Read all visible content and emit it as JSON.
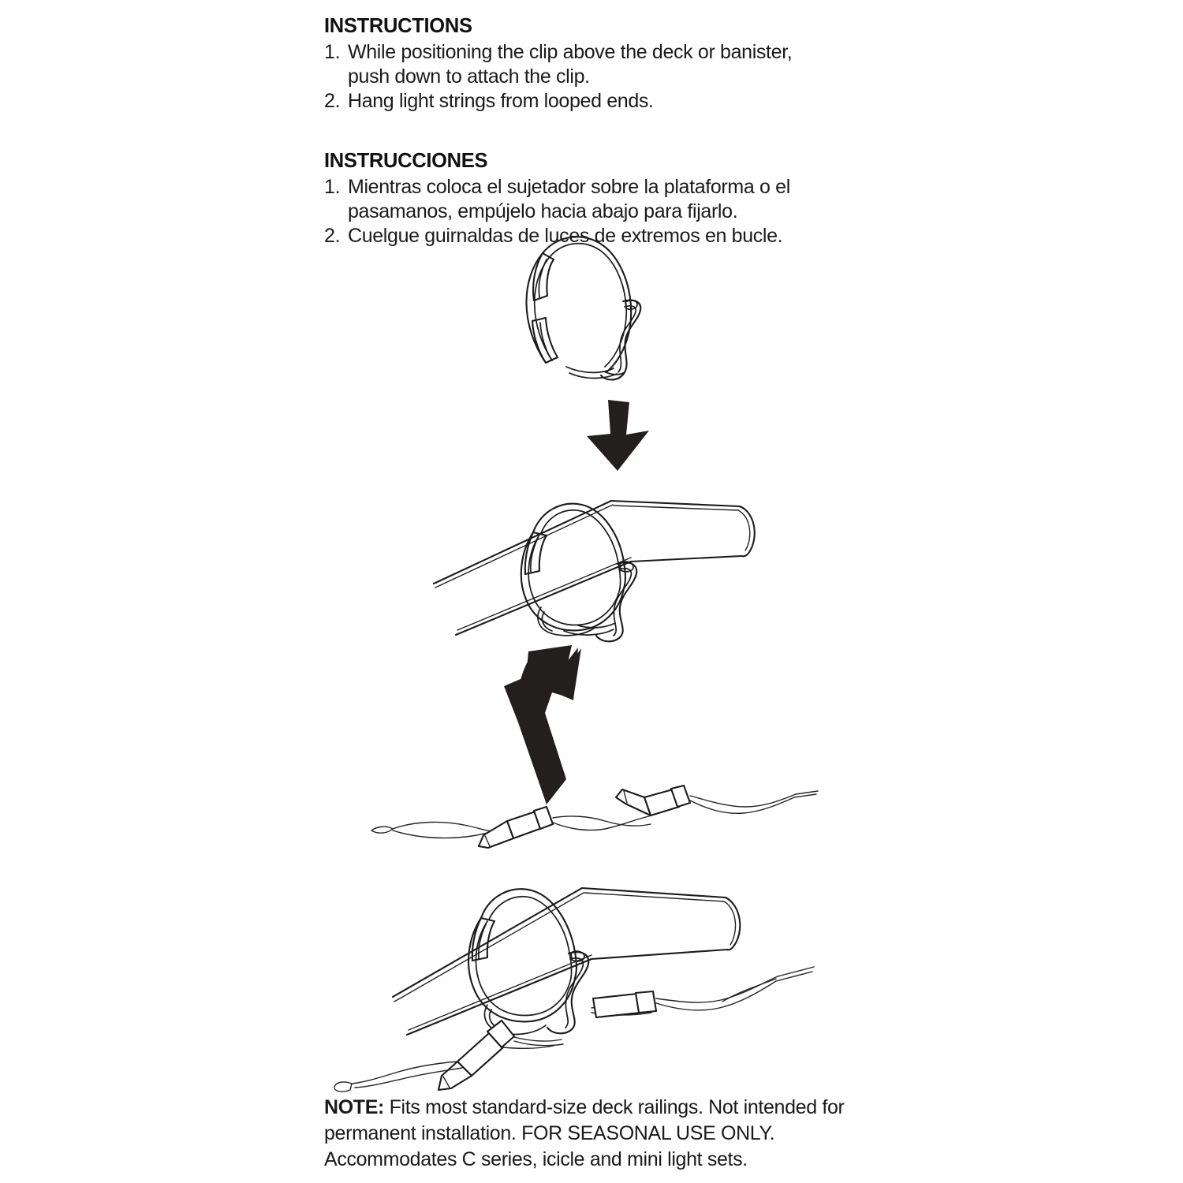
{
  "document": {
    "type": "product-instruction-sheet",
    "background_color": "#ffffff",
    "ink_color": "#1b1b1b"
  },
  "instructions_en": {
    "heading": "INSTRUCTIONS",
    "steps": [
      {
        "number": "1.",
        "line1": "While positioning the clip above the deck or banister,",
        "line2": "push down to attach the clip."
      },
      {
        "number": "2.",
        "line1": "Hang light strings from looped ends.",
        "line2": ""
      }
    ]
  },
  "instructions_es": {
    "heading": "INSTRUCCIONES",
    "steps": [
      {
        "number": "1.",
        "line1": "Mientras coloca el sujetador sobre la plataforma o el",
        "line2": "pasamanos, empújelo hacia abajo para fijarlo."
      },
      {
        "number": "2.",
        "line1": "Cuelgue guirnaldas de luces de extremos en bucle.",
        "line2": ""
      }
    ]
  },
  "note": {
    "lead": "NOTE:",
    "line1": " Fits most standard-size deck railings. Not intended for",
    "line2": "permanent installation. FOR SEASONAL USE ONLY.",
    "line3": "Accommodates C series, icicle and mini light sets."
  },
  "figures": [
    {
      "id": "clip-alone",
      "caption_semantic": "c-shaped-deck-clip-with-hook",
      "description": "Line drawing of the plastic C-clip with integrated S-hook tab, shown on its own."
    },
    {
      "id": "arrow-down",
      "caption_semantic": "downward-arrow",
      "description": "Solid black arrow pointing straight down from the clip toward the railing."
    },
    {
      "id": "clip-on-railing",
      "caption_semantic": "clip-attached-to-railing",
      "description": "The clip snapped over a cylindrical deck railing seen in perspective."
    },
    {
      "id": "arrow-curved",
      "caption_semantic": "curved-upward-arrow",
      "description": "Solid black curved arrow sweeping up and to the right from the light string to the mounted clip."
    },
    {
      "id": "light-string",
      "caption_semantic": "light-string-with-sockets",
      "description": "Twisted two-conductor light string with two bulb sockets and looped wire ends."
    },
    {
      "id": "final-assembly",
      "caption_semantic": "light-string-hung-from-clip-on-railing",
      "description": "Completed installation: light string hung through the clip hook on the railing."
    }
  ]
}
